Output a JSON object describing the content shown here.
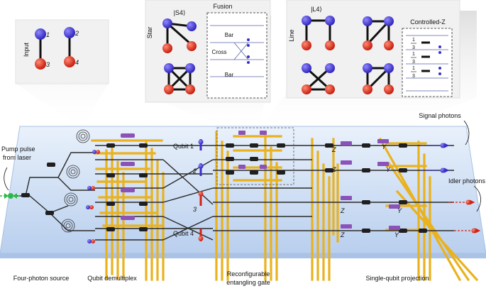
{
  "labels": {
    "pump": [
      "Pump pulse",
      "from laser"
    ],
    "signal": "Signal photons",
    "idler": "Idler photons",
    "four_photon_source": "Four-photon source",
    "qubit_demultiplex": "Qubit demultiplex",
    "reconfigurable_gate": [
      "Reconfigurable",
      "entangling gate"
    ],
    "single_qubit_projection": "Single-qubit projection",
    "qubit_1": "Qubit 1",
    "qubit_2": "2",
    "qubit_3": "3",
    "qubit_4": "Qubit 4",
    "z": "Z",
    "y": "Y"
  },
  "panel_input": {
    "title": "Input",
    "node_numbers": [
      "1",
      "3",
      "2",
      "4"
    ]
  },
  "panel_star": {
    "state": "|S4⟩",
    "title": "Star",
    "fusion_title": "Fusion",
    "bar_top": "Bar",
    "cross": "Cross",
    "bar_bottom": "Bar"
  },
  "panel_line": {
    "state": "|L4⟩",
    "title": "Line",
    "cz_title": "Controlled-Z",
    "fraction_num": "1",
    "fraction_den": "3"
  },
  "colors": {
    "qubit_blue": "#3a2fc9",
    "qubit_red": "#d42212",
    "gold": "#e9b21e",
    "phase": "#8b52b8",
    "chip": "#cfe0f5",
    "pump": "#2fb84a"
  }
}
